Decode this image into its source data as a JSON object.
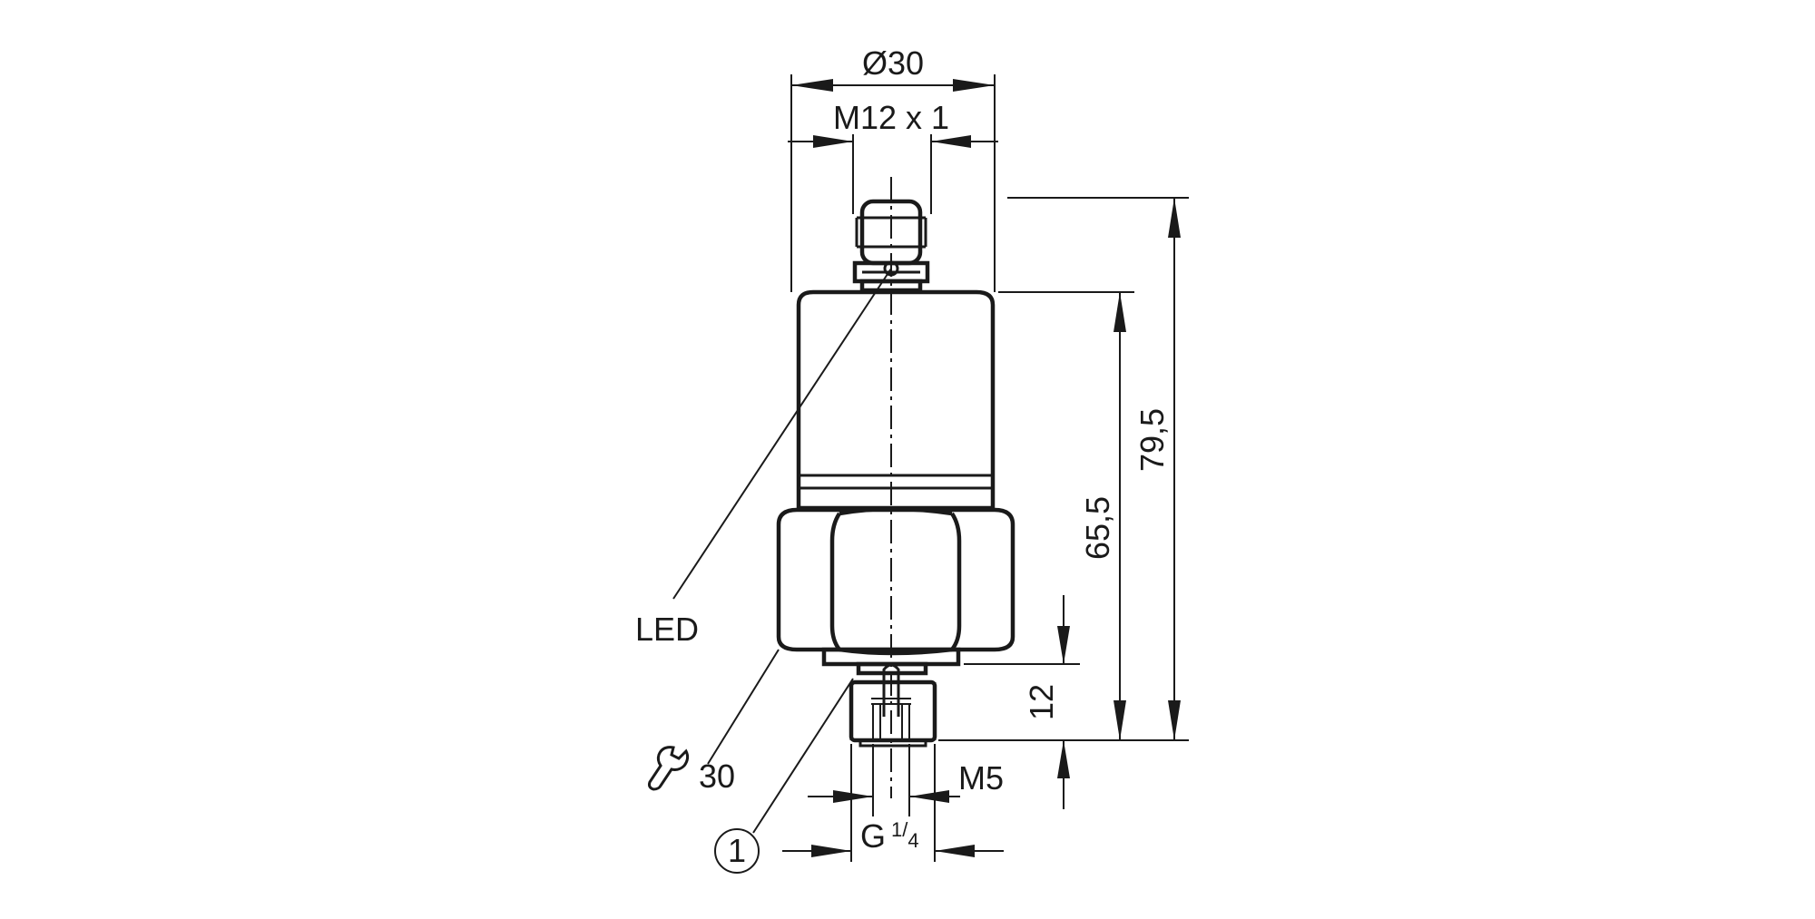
{
  "drawing": {
    "dimensions": {
      "diameter": "Ø30",
      "connector_thread": "M12 x 1",
      "overall_length": "79,5",
      "body_length": "65,5",
      "thread_length": "12",
      "inner_thread": "M5",
      "process_thread_main": "G",
      "process_thread_numerator": "1",
      "process_thread_denominator": "4"
    },
    "callouts": {
      "led": "LED",
      "wrench_size": "30",
      "item_marker": "1"
    }
  }
}
